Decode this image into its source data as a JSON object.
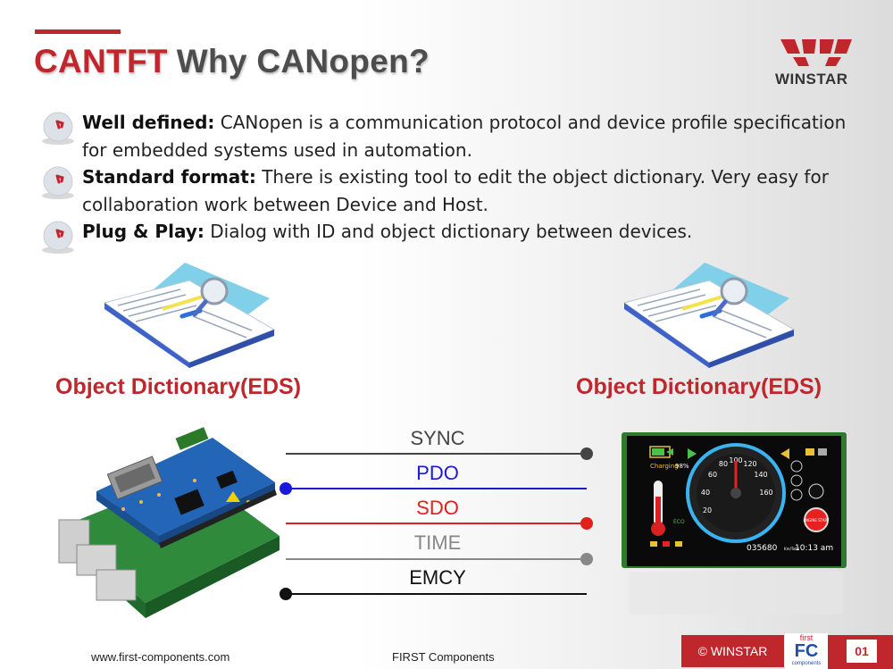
{
  "title": {
    "part1": "CANTFT",
    "part2": "Why CANopen?"
  },
  "logo": {
    "name": "WINSTAR"
  },
  "bullets": [
    {
      "bold": "Well defined:",
      "text": " CANopen is a communication protocol and device profile specification for embedded systems used in automation."
    },
    {
      "bold": "Standard format:",
      "text": " There is existing tool to edit the object dictionary. Very easy for collaboration work between Device and Host."
    },
    {
      "bold": "Plug & Play:",
      "text": " Dialog with ID and object dictionary between devices."
    }
  ],
  "object_dictionary": {
    "left_label": "Object Dictionary(EDS)",
    "right_label": "Object Dictionary(EDS)"
  },
  "protocol_lines": [
    {
      "label": "SYNC",
      "color": "#444444",
      "dot": "right"
    },
    {
      "label": "PDO",
      "color": "#1a1adf",
      "dot": "left"
    },
    {
      "label": "SDO",
      "color": "#e0201c",
      "dot": "right"
    },
    {
      "label": "TIME",
      "color": "#888888",
      "dot": "right"
    },
    {
      "label": "EMCY",
      "color": "#111111",
      "dot": "left"
    }
  ],
  "screen": {
    "battery": "98%",
    "status": "Charging",
    "odometer": "035680",
    "odo_unit": "Km/Total",
    "time": "10:13 am",
    "speed_ticks": [
      "20",
      "40",
      "60",
      "80",
      "100",
      "120",
      "140",
      "160"
    ],
    "engine": "ENGINE START",
    "eco": "ECO"
  },
  "footer": {
    "website": "www.first-components.com",
    "company": "FIRST Components",
    "copyright": "© WINSTAR",
    "fc_brand_top": "first",
    "fc_brand": "FC",
    "fc_sub": "components",
    "page": "01"
  },
  "colors": {
    "accent": "#c0272d",
    "title_gray": "#4d4d4d"
  }
}
